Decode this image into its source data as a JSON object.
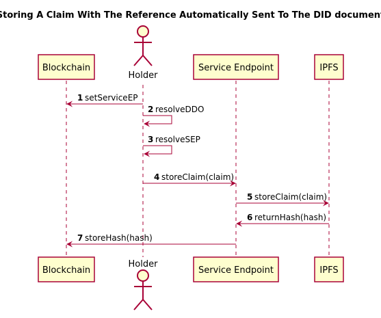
{
  "title": "Storing A Claim With The Reference Automatically Sent To The DID document",
  "participants": [
    {
      "id": "bc",
      "label": "Blockchain",
      "kind": "box"
    },
    {
      "id": "holder",
      "label": "Holder",
      "kind": "actor"
    },
    {
      "id": "sep",
      "label": "Service Endpoint",
      "kind": "box"
    },
    {
      "id": "ipfs",
      "label": "IPFS",
      "kind": "box"
    }
  ],
  "messages": [
    {
      "num": "1",
      "label": "setServiceEP",
      "from": "holder",
      "to": "bc"
    },
    {
      "num": "2",
      "label": "resolveDDO",
      "from": "holder",
      "to": "holder"
    },
    {
      "num": "3",
      "label": "resolveSEP",
      "from": "holder",
      "to": "holder"
    },
    {
      "num": "4",
      "label": "storeClaim(claim)",
      "from": "holder",
      "to": "sep"
    },
    {
      "num": "5",
      "label": "storeClaim(claim)",
      "from": "sep",
      "to": "ipfs"
    },
    {
      "num": "6",
      "label": "returnHash(hash)",
      "from": "ipfs",
      "to": "sep"
    },
    {
      "num": "7",
      "label": "storeHash(hash)",
      "from": "sep",
      "to": "bc"
    }
  ],
  "colors": {
    "box_fill": "#FEFECE",
    "line": "#A80036",
    "lifeline": "#A80036",
    "text": "#000000"
  }
}
